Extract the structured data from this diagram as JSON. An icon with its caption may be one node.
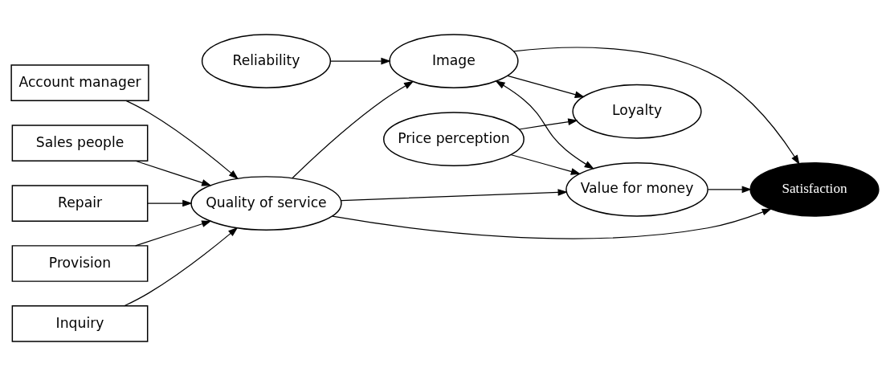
{
  "diagram": {
    "nodes": [
      {
        "text": [
          "Account manager"
        ]
      },
      {
        "text": [
          "Sales people"
        ]
      },
      {
        "text": [
          "Repair"
        ]
      },
      {
        "text": [
          "Provision"
        ]
      },
      {
        "text": [
          "Inquiry"
        ]
      },
      {
        "text": [
          "Reliability"
        ]
      },
      {
        "text": [
          "Image"
        ]
      },
      {
        "text": [
          "Quality of service"
        ]
      },
      {
        "text": [
          "Satisfaction"
        ]
      },
      {
        "text": [
          "Loyalty"
        ]
      },
      {
        "text": [
          "Value for money"
        ]
      },
      {
        "text": [
          "Price perception"
        ]
      }
    ],
    "edges": [
      {
        "from": 0,
        "to": 7,
        "arrow": "to"
      },
      {
        "from": 1,
        "to": 7,
        "arrow": "to"
      },
      {
        "from": 2,
        "to": 7,
        "arrow": "to"
      },
      {
        "from": 3,
        "to": 7,
        "arrow": "to"
      },
      {
        "from": 4,
        "to": 7,
        "arrow": "to"
      },
      {
        "from": 5,
        "to": 6,
        "arrow": "to"
      },
      {
        "from": 7,
        "to": 6,
        "arrow": "to"
      },
      {
        "from": 7,
        "to": 8,
        "arrow": "to"
      },
      {
        "from": 7,
        "to": 10,
        "arrow": "to"
      },
      {
        "from": 6,
        "to": 10,
        "arrow": "both"
      },
      {
        "from": 6,
        "to": 8,
        "arrow": "to"
      },
      {
        "from": 6,
        "to": 9,
        "arrow": "to"
      },
      {
        "from": 10,
        "to": 8,
        "arrow": "to"
      },
      {
        "from": 11,
        "to": 10,
        "arrow": "to"
      },
      {
        "from": 11,
        "to": 9,
        "arrow": "to"
      }
    ]
  }
}
